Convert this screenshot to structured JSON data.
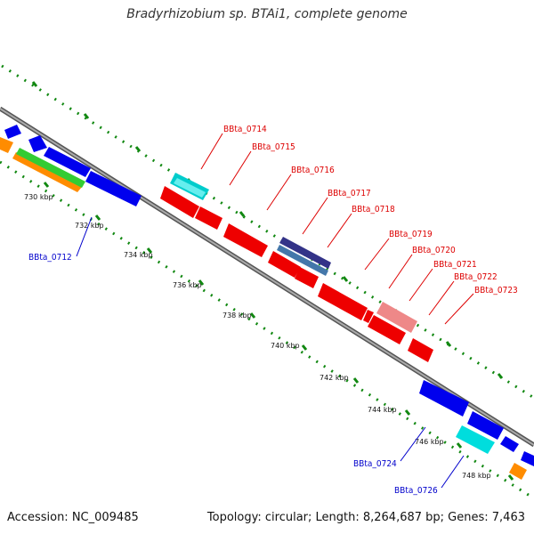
{
  "title": "Bradyrhizobium sp. BTAi1, complete genome",
  "footer": {
    "accession": "Accession: NC_009485",
    "summary": "Topology: circular; Length: 8,264,687 bp; Genes: 7,463"
  },
  "ticks": [
    "730 kbp",
    "732 kbp",
    "734 kbp",
    "736 kbp",
    "738 kbp",
    "740 kbp",
    "742 kbp",
    "744 kbp",
    "746 kbp",
    "748 kbp"
  ],
  "labels": {
    "BBta_0712": "BBta_0712",
    "BBta_0714": "BBta_0714",
    "BBta_0715": "BBta_0715",
    "BBta_0716": "BBta_0716",
    "BBta_0717": "BBta_0717",
    "BBta_0718": "BBta_0718",
    "BBta_0719": "BBta_0719",
    "BBta_0720": "BBta_0720",
    "BBta_0721": "BBta_0721",
    "BBta_0722": "BBta_0722",
    "BBta_0723": "BBta_0723",
    "BBta_0724": "BBta_0724",
    "BBta_0726": "BBta_0726"
  },
  "colors": {
    "highlight": "#dd0000",
    "other": "#0000dd",
    "backbone": "#888888",
    "tick_dots": "#118811",
    "gene_blue": "#0000ee",
    "gene_red": "#ee0000",
    "gene_cyan": "#00dddd",
    "gene_orange": "#ff8c00",
    "gene_green": "#33cc33",
    "gene_navy": "#333388",
    "gene_steel": "#4477aa",
    "gene_pink": "#ee8888"
  }
}
